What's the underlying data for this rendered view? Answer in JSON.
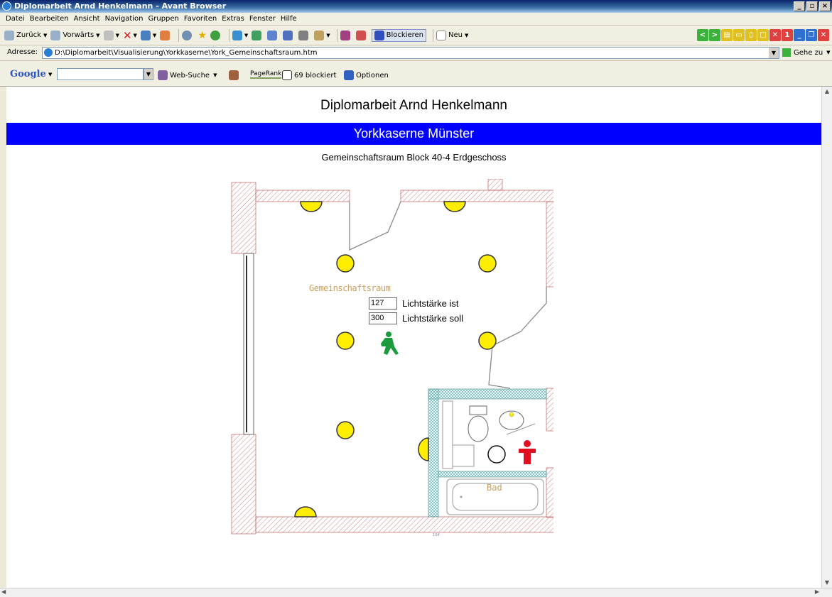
{
  "window": {
    "title": "Diplomarbeit Arnd Henkelmann - Avant Browser",
    "controls": [
      "_",
      "▫",
      "×"
    ]
  },
  "menu": [
    "Datei",
    "Bearbeiten",
    "Ansicht",
    "Navigation",
    "Gruppen",
    "Favoriten",
    "Extras",
    "Fenster",
    "Hilfe"
  ],
  "toolbar": {
    "back": "Zurück",
    "forward": "Vorwärts",
    "block": "Blockieren",
    "new": "Neu"
  },
  "address": {
    "label": "Adresse:",
    "value": "D:\\Diplomarbeit\\Visualisierung\\Yorkkaserne\\York_Gemeinschaftsraum.htm",
    "go": "Gehe zu"
  },
  "google": {
    "logo": "Google",
    "search_value": "",
    "web_search": "Web-Suche",
    "pagerank": "PageRank",
    "blocked": "69 blockiert",
    "options": "Optionen"
  },
  "page": {
    "heading": "Diplomarbeit Arnd Henkelmann",
    "banner": "Yorkkaserne Münster",
    "subtitle": "Gemeinschaftsraum Block 40-4 Erdgeschoss"
  },
  "floorplan": {
    "room_label": "Gemeinschaftsraum",
    "bath_label": "Bad",
    "lux_actual": {
      "value": "127",
      "label": "Lichtstärke ist"
    },
    "lux_target": {
      "value": "300",
      "label": "Lichtstärke soll"
    },
    "colors": {
      "lamp": "#ffee00",
      "wall_hatch": "#d08080",
      "tile_hatch": "#60b0b0",
      "green_person": "#1a9b3c",
      "red_person": "#e01020"
    }
  }
}
